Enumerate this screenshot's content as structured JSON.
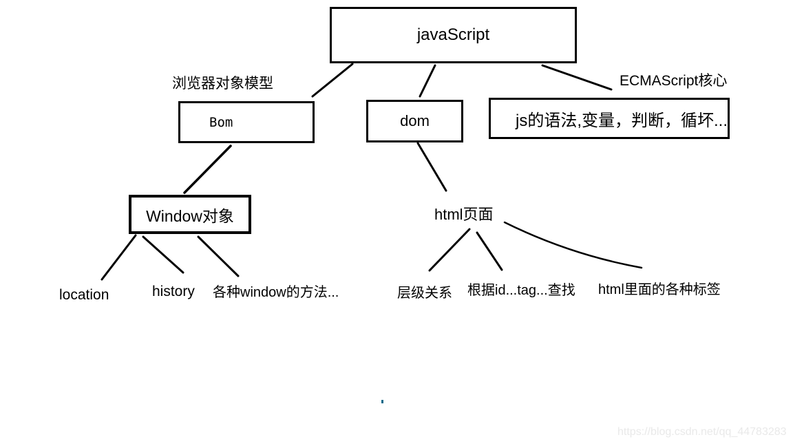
{
  "colors": {
    "ink": "#000000",
    "background": "#ffffff",
    "watermark_text": "#e9e9e9",
    "stray_dot": "#0a6a8a"
  },
  "diagram": {
    "root": {
      "label": "javaScript"
    },
    "bom_branch": {
      "caption": "浏览器对象模型",
      "box_label": "Bom",
      "child_box_label": "Window对象",
      "leaves": [
        "location",
        "history",
        "各种window的方法..."
      ]
    },
    "dom_branch": {
      "box_label": "dom",
      "child_label": "html页面",
      "leaves": [
        "层级关系",
        "根据id...tag...查找",
        "html里面的各种标签"
      ]
    },
    "ecmascript_branch": {
      "caption": "ECMAScript核心",
      "box_label": "js的语法,变量，判断，循坏..."
    },
    "watermark": "https://blog.csdn.net/qq_44783283"
  }
}
